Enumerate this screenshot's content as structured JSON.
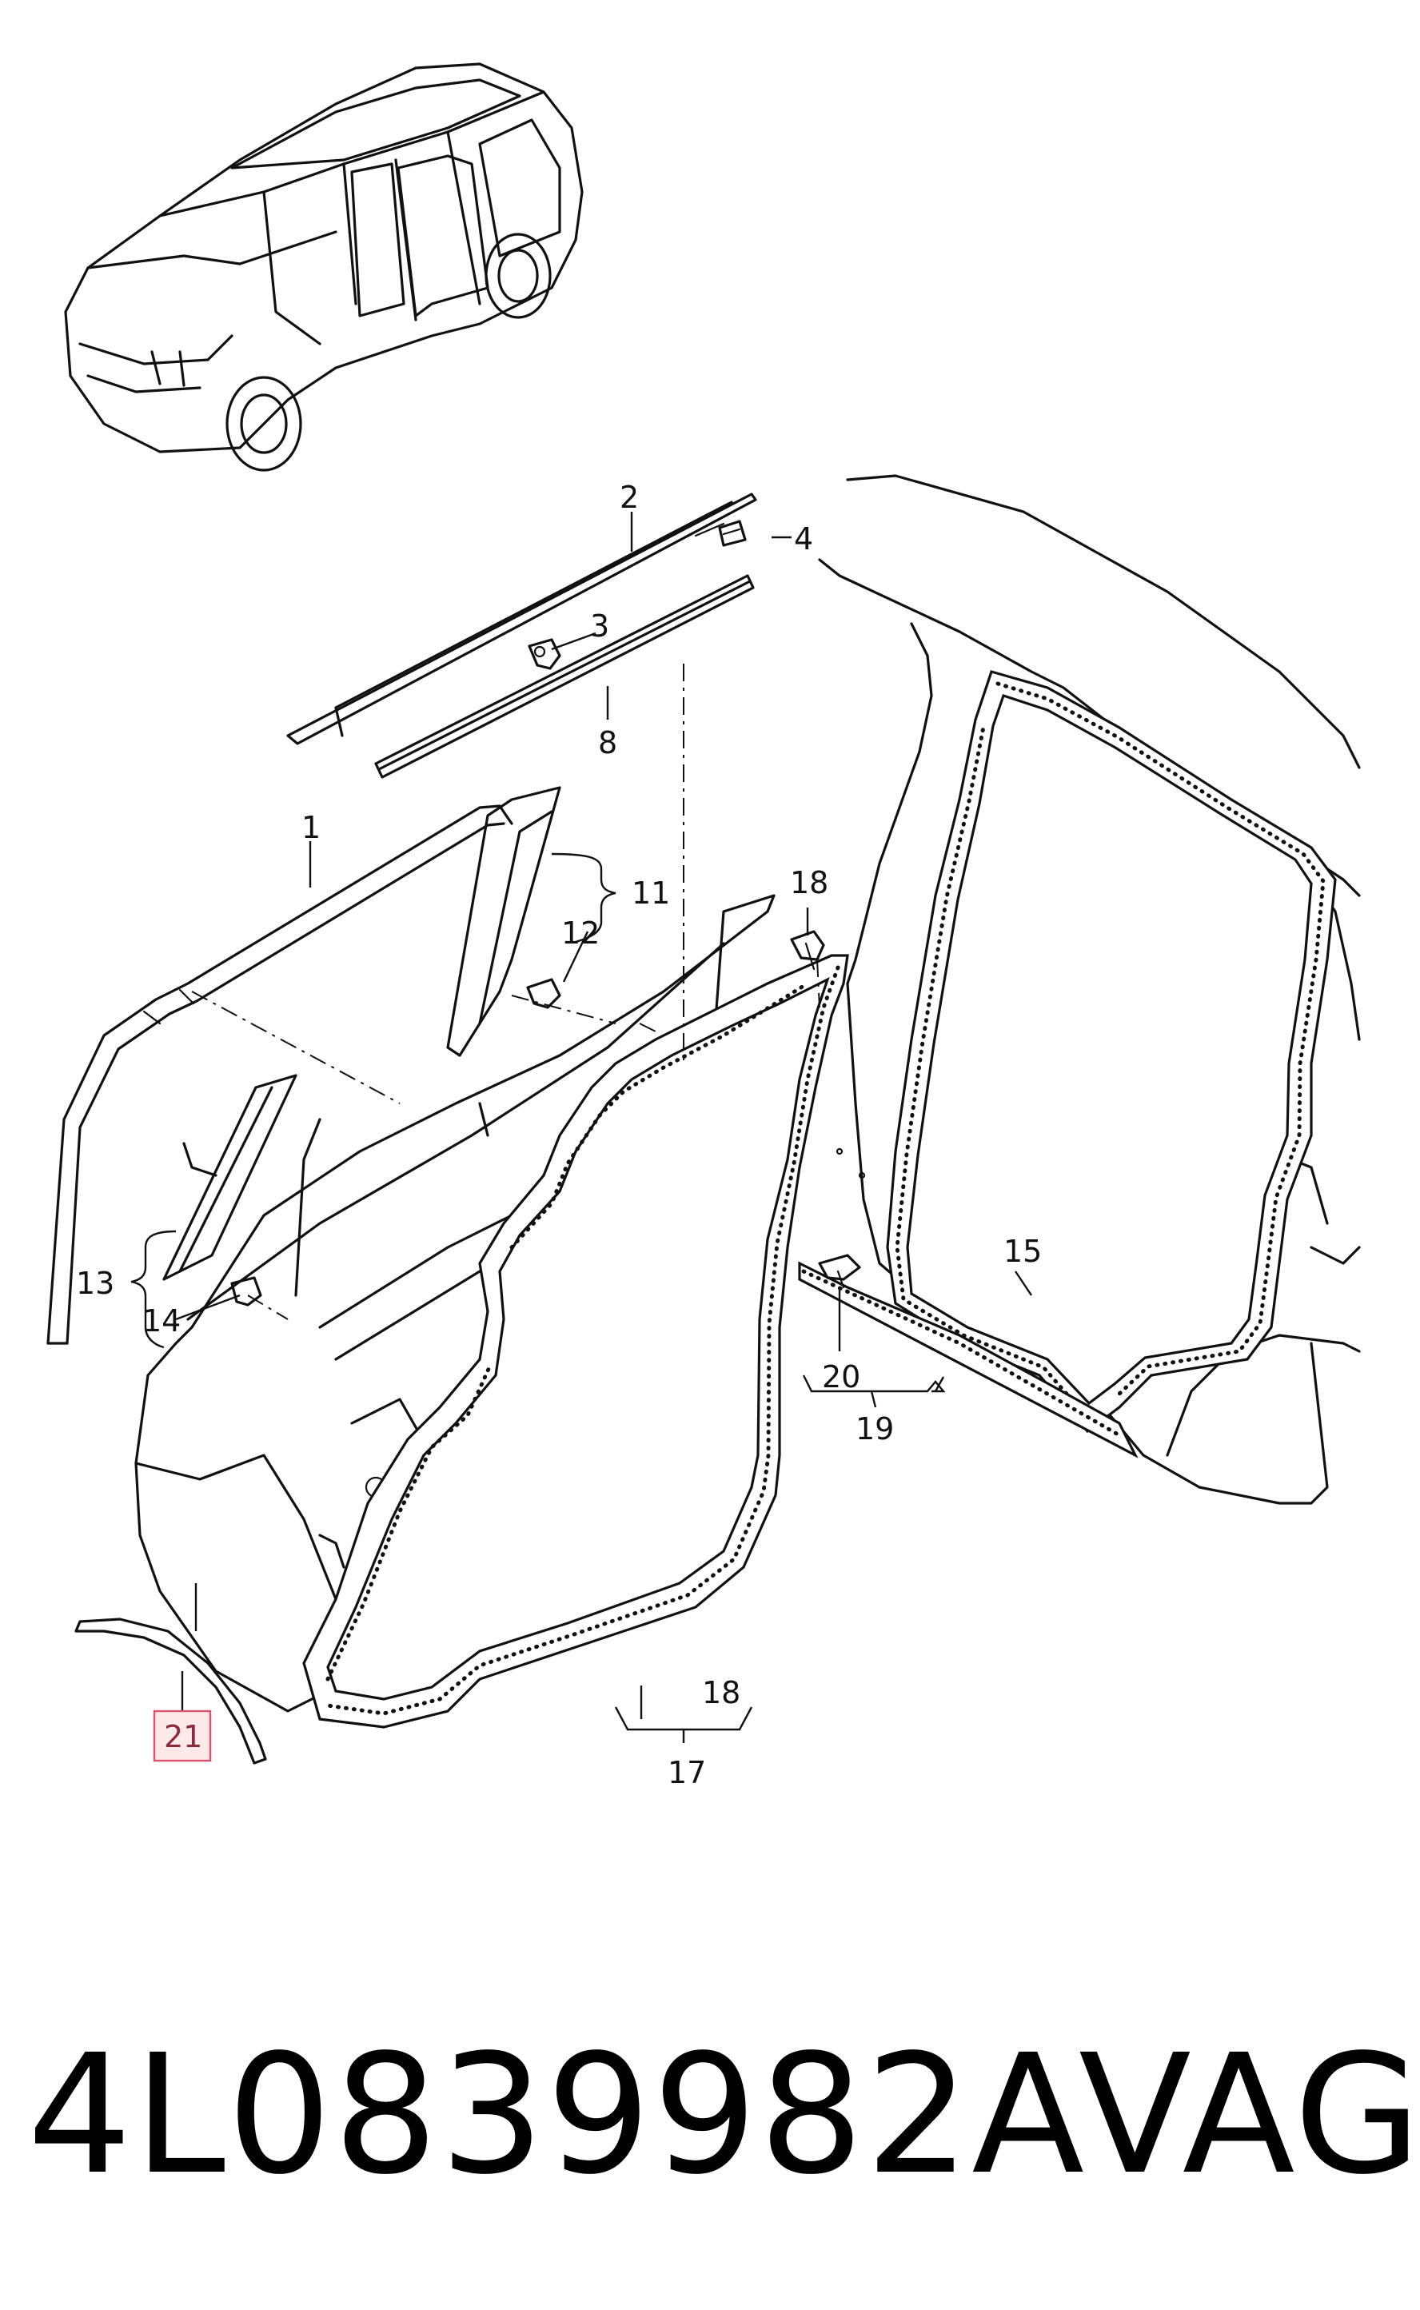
{
  "callouts": {
    "c1": "1",
    "c2": "2",
    "c3": "3",
    "c4": "4",
    "c8": "8",
    "c11": "11",
    "c12": "12",
    "c13": "13",
    "c14": "14",
    "c15": "15",
    "c17": "17",
    "c18a": "18",
    "c18b": "18",
    "c19": "19",
    "c20": "20",
    "c21": "21"
  },
  "footer": {
    "part_number": "4L0839982A",
    "brand": "VAG"
  },
  "colors": {
    "line": "#111111",
    "highlight_fill": "#fde8ea",
    "highlight_border": "#d9546a"
  }
}
